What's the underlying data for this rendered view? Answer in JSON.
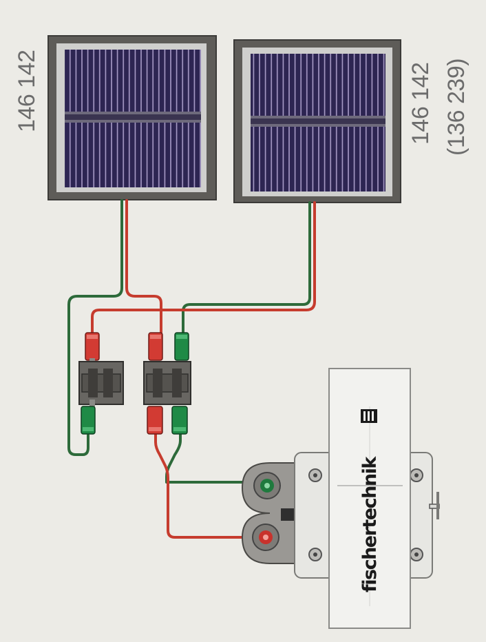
{
  "panels": [
    {
      "part_number": "146 142",
      "alt_part_number": ""
    },
    {
      "part_number": "146 142",
      "alt_part_number": "(136 239)"
    }
  ],
  "motor": {
    "brand": "fischertechnik"
  },
  "colors": {
    "background": "#ecebe6",
    "wire_red": "#c63c2e",
    "wire_green": "#2d6a3a",
    "panel_frame": "#5c5a57",
    "solar_cell": "#2e2650"
  }
}
